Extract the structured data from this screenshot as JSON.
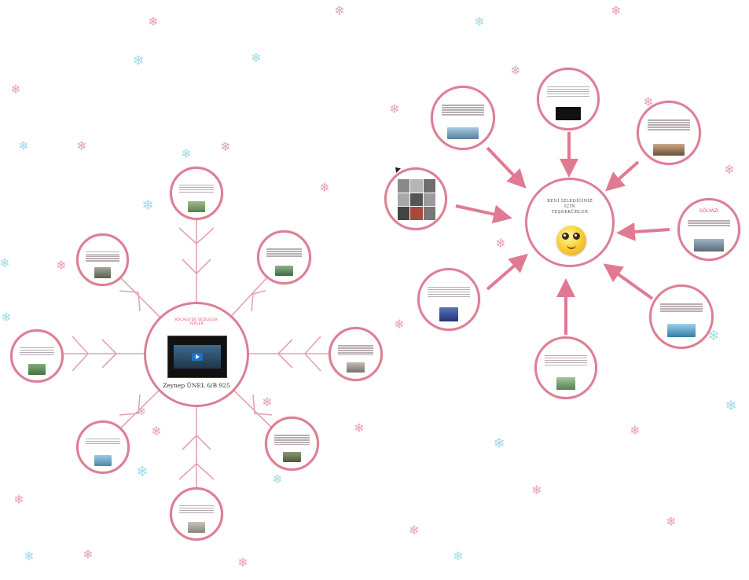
{
  "presentation": {
    "left_cluster": {
      "title": "KOCAELİ'DE GEZİLECEK YERLER",
      "author": "Zeynep ÜNEL 6/B 925"
    },
    "right_cluster": {
      "title": "BENİ İZLEDİĞİNİZ İÇİN TEŞEKKÜRLER",
      "golyazi_label": "GÖLYAZI"
    }
  },
  "icons": {
    "snowflake": "snowflake-icon",
    "play": "play-icon",
    "smiley": "smiley-icon",
    "cursor": "cursor-icon"
  },
  "colors": {
    "accent": "#dc7f93",
    "title_pink": "#e0536f",
    "flake_pink": "#e9a0b0",
    "flake_cyan": "#9fdbe6",
    "arrow": "#e07a92"
  }
}
